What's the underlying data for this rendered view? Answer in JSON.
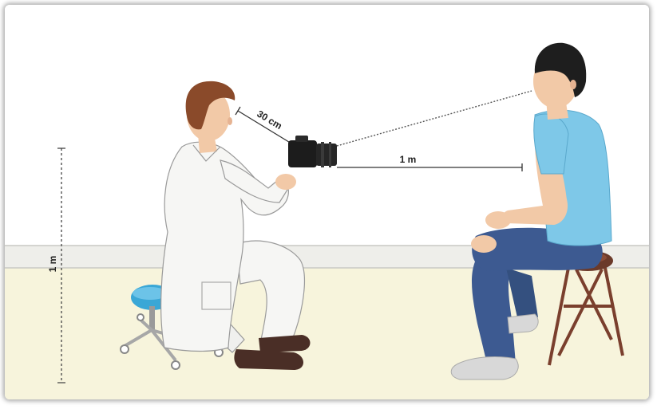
{
  "labels": {
    "eye_to_camera": "30 cm",
    "camera_to_subject": "1 m",
    "camera_height": "1 m"
  },
  "colors": {
    "wall": "#ffffff",
    "floor": "#f7f4dc",
    "baseboard": "#eeeeea",
    "lab_coat": "#f6f6f4",
    "doctor_hair": "#8a4a2a",
    "skin": "#f2c9a7",
    "patient_shirt": "#7ec8e8",
    "patient_jeans": "#3d5a91",
    "patient_hair": "#1e1e1e",
    "stool_seat": "#6b3a2a",
    "stool_frame": "#7a3f2d",
    "doctor_stool": "#3aa7d6",
    "camera": "#1c1c1c",
    "shoes_doctor": "#4a2e26",
    "shoes_patient": "#d8d8d8"
  },
  "icons": [
    "doctor-figure",
    "patient-figure",
    "camera-icon",
    "stool-icon",
    "rolling-stool-icon"
  ]
}
